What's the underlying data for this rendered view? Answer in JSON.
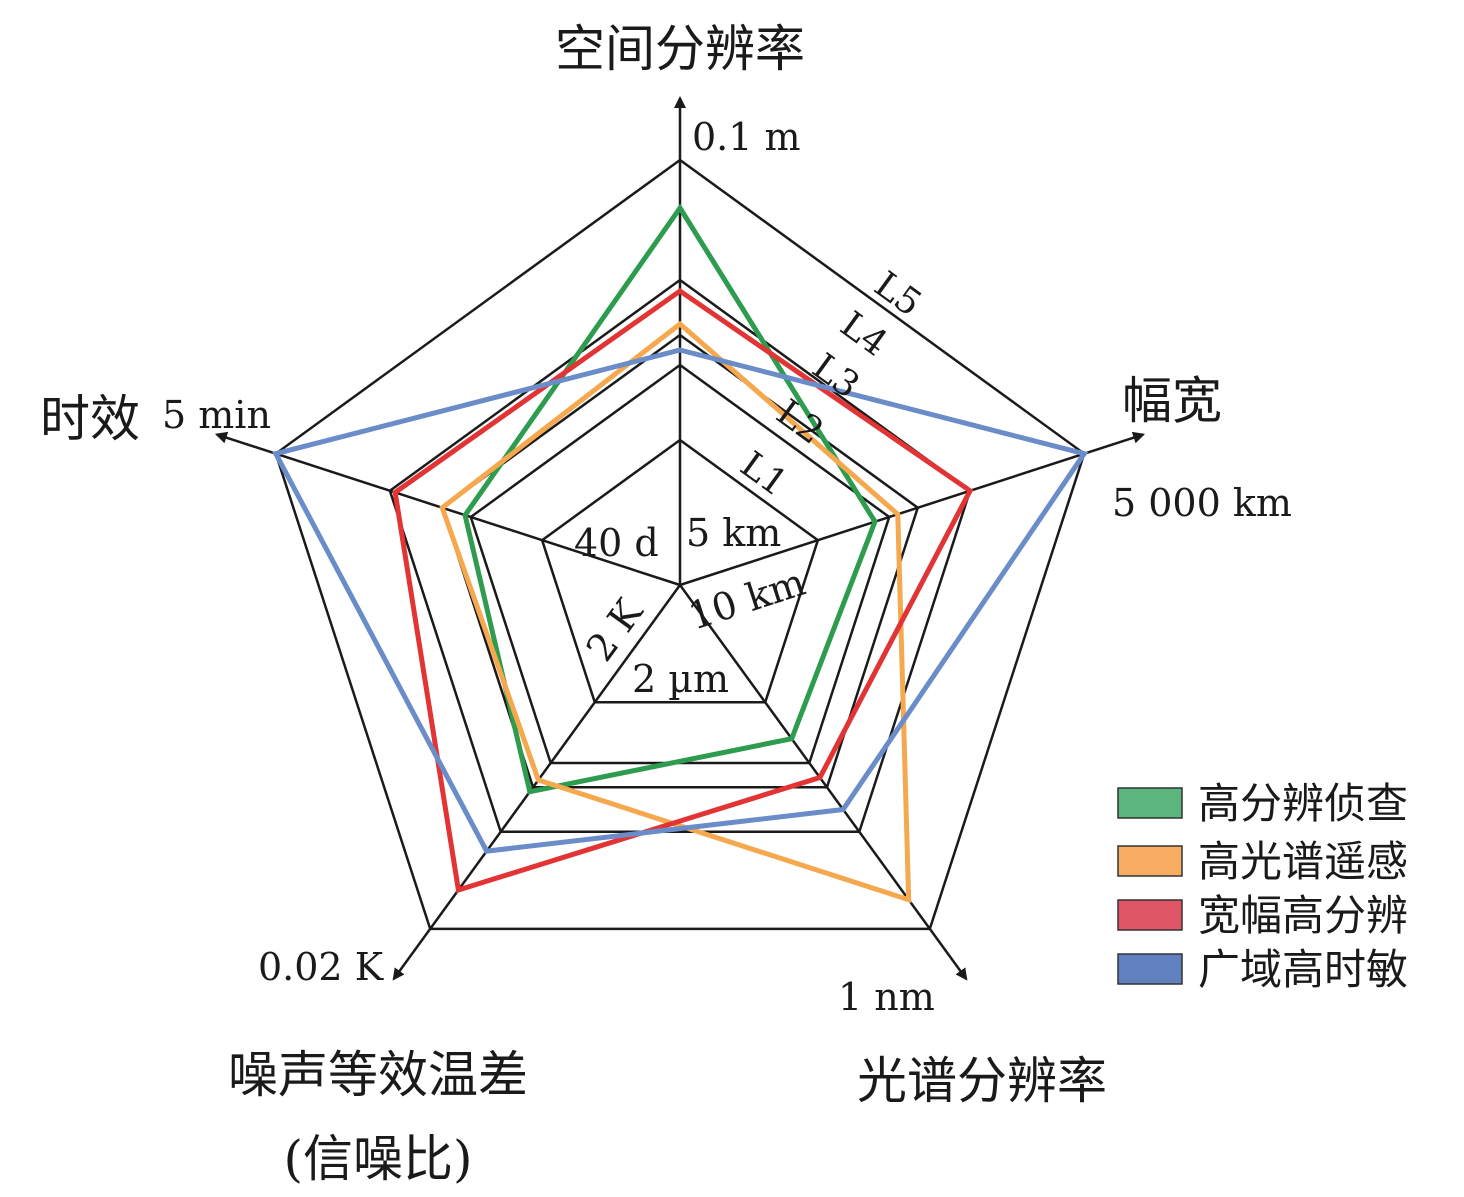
{
  "chart_data": {
    "type": "radar",
    "axes": [
      {
        "label": "空间分辨率",
        "label_line2": "",
        "outer_tick": "0.1 m",
        "inner_tick": "5 km"
      },
      {
        "label": "幅宽",
        "label_line2": "",
        "outer_tick": "5 000 km",
        "inner_tick": "10 km"
      },
      {
        "label": "光谱分辨率",
        "label_line2": "",
        "outer_tick": "1 nm",
        "inner_tick": "2 µm"
      },
      {
        "label": "噪声等效温差",
        "label_line2": "(信噪比)",
        "outer_tick": "0.02 K",
        "inner_tick": "2 K"
      },
      {
        "label": "时效",
        "label_line2": "",
        "outer_tick": "5 min",
        "inner_tick": "40 d"
      }
    ],
    "level_labels": [
      "L1",
      "L2",
      "L3",
      "L4",
      "L5"
    ],
    "rlim": [
      0,
      5
    ],
    "series": [
      {
        "name": "高分辨侦查",
        "color": "#2e9c4e",
        "values": [
          4.6,
          1.8,
          1.6,
          3.1,
          2.2
        ]
      },
      {
        "name": "高光谱遥感",
        "color": "#f5a84e",
        "values": [
          3.2,
          2.3,
          4.7,
          2.7,
          3.0
        ]
      },
      {
        "name": "宽幅高分辨",
        "color": "#e23434",
        "values": [
          3.8,
          4.0,
          2.6,
          4.6,
          3.9
        ]
      },
      {
        "name": "广域高时敏",
        "color": "#6a8cc8",
        "values": [
          2.5,
          5.0,
          3.5,
          4.2,
          5.0
        ]
      }
    ],
    "legend_position": "bottom-right",
    "grid_color": "#1a1a1a"
  }
}
